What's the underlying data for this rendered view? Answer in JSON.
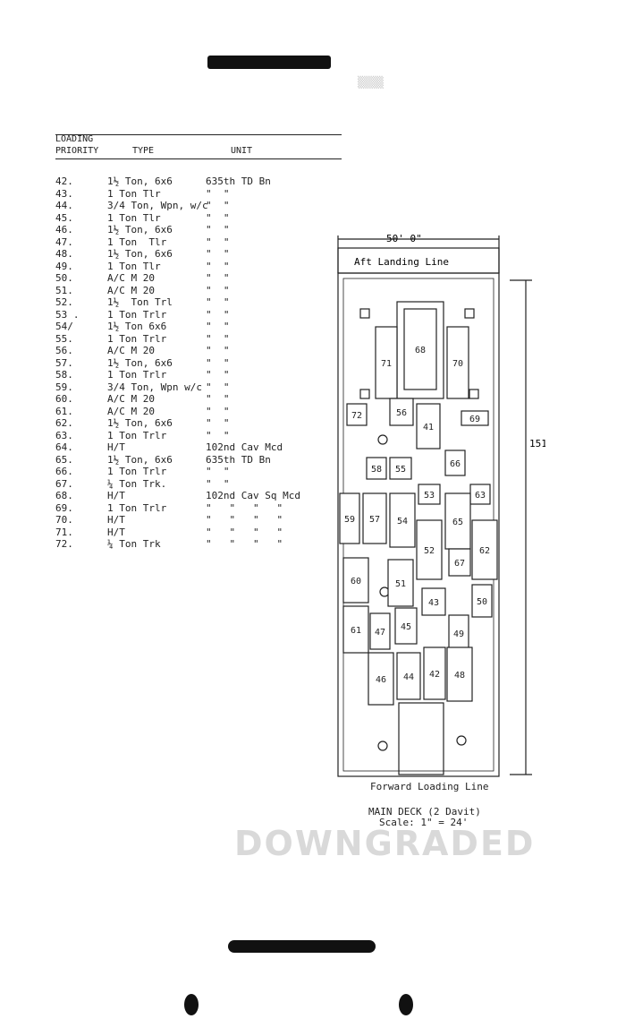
{
  "header": {
    "col1_line1": "LOADING",
    "col1_line2": "PRIORITY",
    "col2": "TYPE",
    "col3": "UNIT"
  },
  "rows": [
    {
      "num": "42.",
      "type": "1½ Ton, 6x6",
      "unit": "635th TD Bn"
    },
    {
      "num": "43.",
      "type": "1 Ton Tlr",
      "unit": "\"  \""
    },
    {
      "num": "44.",
      "type": "3/4 Ton, Wpn, w/c",
      "unit": "\"  \""
    },
    {
      "num": "45.",
      "type": "1 Ton Tlr",
      "unit": "\"  \""
    },
    {
      "num": "46.",
      "type": "1½ Ton, 6x6",
      "unit": "\"  \""
    },
    {
      "num": "47.",
      "type": "1 Ton  Tlr",
      "unit": "\"  \""
    },
    {
      "num": "48.",
      "type": "1½ Ton, 6x6",
      "unit": "\"  \""
    },
    {
      "num": "49.",
      "type": "1 Ton Tlr",
      "unit": "\"  \""
    },
    {
      "num": "50.",
      "type": "A/C M 20",
      "unit": "\"  \""
    },
    {
      "num": "51.",
      "type": "A/C M 20",
      "unit": "\"  \""
    },
    {
      "num": "52.",
      "type": "1½  Ton Trl",
      "unit": "\"  \""
    },
    {
      "num": "53 .",
      "type": "1 Ton Trlr",
      "unit": "\"  \""
    },
    {
      "num": "54/",
      "type": "1½ Ton 6x6",
      "unit": "\"  \""
    },
    {
      "num": "55.",
      "type": "1 Ton Trlr",
      "unit": "\"  \""
    },
    {
      "num": "56.",
      "type": "A/C M 20",
      "unit": "\"  \""
    },
    {
      "num": "57.",
      "type": "1½ Ton, 6x6",
      "unit": "\"  \""
    },
    {
      "num": "58.",
      "type": "1 Ton Trlr",
      "unit": "\"  \""
    },
    {
      "num": "59.",
      "type": "3/4 Ton, Wpn w/c",
      "unit": "\"  \""
    },
    {
      "num": "60.",
      "type": "A/C M 20",
      "unit": "\"  \""
    },
    {
      "num": "61.",
      "type": "A/C M 20",
      "unit": "\"  \""
    },
    {
      "num": "62.",
      "type": "1½ Ton, 6x6",
      "unit": "\"  \""
    },
    {
      "num": "63.",
      "type": "1 Ton Trlr",
      "unit": "\"  \""
    },
    {
      "num": "64.",
      "type": "H/T",
      "unit": "102nd Cav Mcd"
    },
    {
      "num": "65.",
      "type": "1½ Ton, 6x6",
      "unit": "635th TD Bn"
    },
    {
      "num": "66.",
      "type": "1 Ton Trlr",
      "unit": "\"  \""
    },
    {
      "num": "67.",
      "type": "¼ Ton Trk.",
      "unit": "\"  \""
    },
    {
      "num": "68.",
      "type": "H/T",
      "unit": "102nd Cav Sq Mcd"
    },
    {
      "num": "69.",
      "type": "1 Ton Trlr",
      "unit": "\"   \"   \"   \""
    },
    {
      "num": "70.",
      "type": "H/T",
      "unit": "\"   \"   \"   \""
    },
    {
      "num": "71.",
      "type": "H/T",
      "unit": "\"   \"   \"   \""
    },
    {
      "num": "72.",
      "type": "¼ Ton Trk",
      "unit": "\"   \"   \"   \""
    }
  ],
  "diagram": {
    "width_label": "50' 0\"",
    "length_label": "151'",
    "aft_label": "Aft Landing  Line",
    "forward_label": "Forward Loading Line",
    "caption_line1": "MAIN DECK (2 Davit)",
    "caption_line2": "Scale: 1\" = 24'",
    "vehicles": [
      "71",
      "68",
      "70",
      "72",
      "56",
      "41",
      "69",
      "58",
      "55",
      "66",
      "53",
      "63",
      "59",
      "57",
      "54",
      "65",
      "52",
      "62",
      "60",
      "51",
      "67",
      "43",
      "50",
      "61",
      "47",
      "45",
      "49",
      "46",
      "44",
      "42",
      "48"
    ]
  },
  "stamp": "DOWNGRADED",
  "colors": {
    "ink": "#222222",
    "redaction": "#111111"
  }
}
